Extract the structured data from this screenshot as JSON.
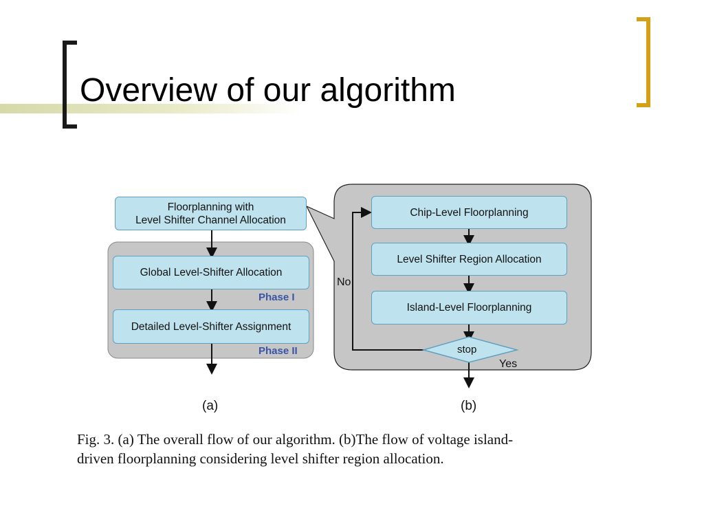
{
  "slide": {
    "title": "Overview of our algorithm",
    "bracket_color": "#d4a017"
  },
  "figure_a": {
    "top_box": [
      "Floorplanning with",
      "Level Shifter Channel Allocation"
    ],
    "box1": "Global Level-Shifter Allocation",
    "phase1": "Phase  I",
    "box2": "Detailed Level-Shifter Assignment",
    "phase2": "Phase  II",
    "label": "(a)"
  },
  "figure_b": {
    "box1": "Chip-Level Floorplanning",
    "box2": "Level Shifter  Region Allocation",
    "box3": "Island-Level Floorplanning",
    "decision": "stop",
    "no_label": "No",
    "yes_label": "Yes",
    "label": "(b)"
  },
  "caption": {
    "line1": "Fig. 3.    (a) The overall flow of our algorithm. (b)The flow of voltage island-",
    "line2": "driven floorplanning considering level shifter region allocation."
  },
  "colors": {
    "box_fill": "#bfe3ee",
    "box_border": "#5f9fbf",
    "panel_fill": "#c6c6c6",
    "phase_text": "#3a54a8"
  }
}
